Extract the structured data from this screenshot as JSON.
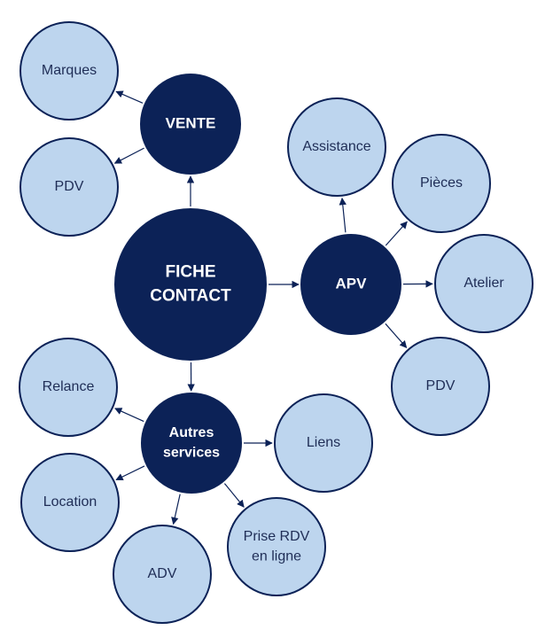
{
  "colors": {
    "dark_fill": "#0c2257",
    "light_fill": "#bdd5ee",
    "outline": "#0c2257",
    "arrow": "#0c2257"
  },
  "nodes": {
    "fiche_contact": {
      "lines": [
        "FICHE",
        "CONTACT"
      ],
      "style": "dark"
    },
    "vente": {
      "lines": [
        "VENTE"
      ],
      "style": "dark"
    },
    "apv": {
      "lines": [
        "APV"
      ],
      "style": "dark"
    },
    "autres_services": {
      "lines": [
        "Autres",
        "services"
      ],
      "style": "dark"
    },
    "marques": {
      "lines": [
        "Marques"
      ],
      "style": "light"
    },
    "pdv_vente": {
      "lines": [
        "PDV"
      ],
      "style": "light"
    },
    "assistance": {
      "lines": [
        "Assistance"
      ],
      "style": "light"
    },
    "pieces": {
      "lines": [
        "Pièces"
      ],
      "style": "light"
    },
    "atelier": {
      "lines": [
        "Atelier"
      ],
      "style": "light"
    },
    "pdv_apv": {
      "lines": [
        "PDV"
      ],
      "style": "light"
    },
    "relance": {
      "lines": [
        "Relance"
      ],
      "style": "light"
    },
    "liens": {
      "lines": [
        "Liens"
      ],
      "style": "light"
    },
    "location": {
      "lines": [
        "Location"
      ],
      "style": "light"
    },
    "adv": {
      "lines": [
        "ADV"
      ],
      "style": "light"
    },
    "prise_rdv": {
      "lines": [
        "Prise RDV",
        "en ligne"
      ],
      "style": "light"
    }
  },
  "edges": [
    {
      "from": "fiche_contact",
      "to": "vente"
    },
    {
      "from": "fiche_contact",
      "to": "apv"
    },
    {
      "from": "fiche_contact",
      "to": "autres_services"
    },
    {
      "from": "vente",
      "to": "marques"
    },
    {
      "from": "vente",
      "to": "pdv_vente"
    },
    {
      "from": "apv",
      "to": "assistance"
    },
    {
      "from": "apv",
      "to": "pieces"
    },
    {
      "from": "apv",
      "to": "atelier"
    },
    {
      "from": "apv",
      "to": "pdv_apv"
    },
    {
      "from": "autres_services",
      "to": "relance"
    },
    {
      "from": "autres_services",
      "to": "liens"
    },
    {
      "from": "autres_services",
      "to": "location"
    },
    {
      "from": "autres_services",
      "to": "adv"
    },
    {
      "from": "autres_services",
      "to": "prise_rdv"
    }
  ]
}
